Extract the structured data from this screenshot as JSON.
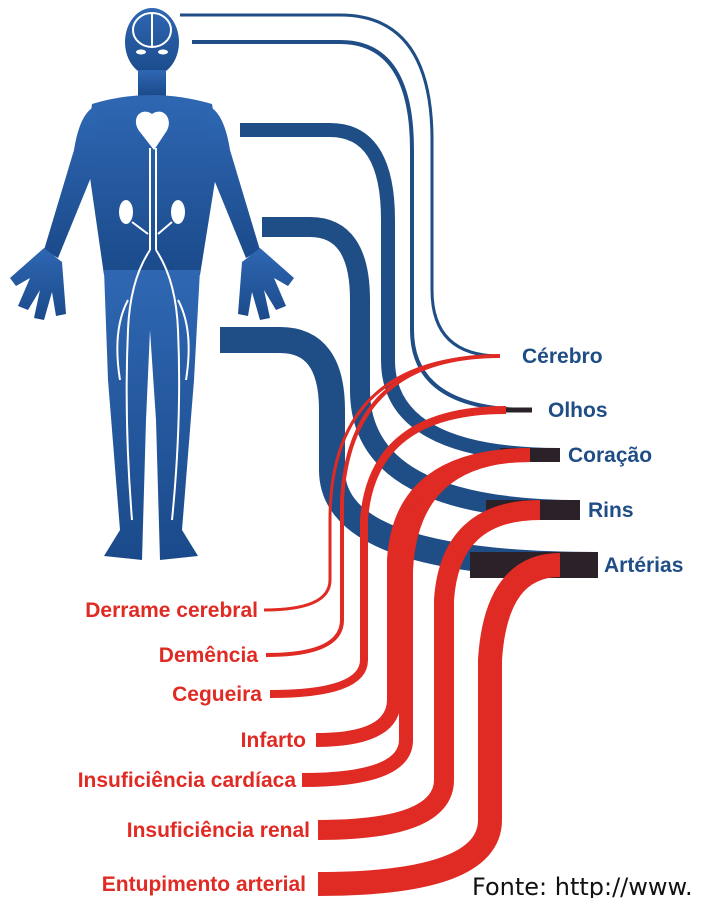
{
  "organs": [
    "Cérebro",
    "Olhos",
    "Coração",
    "Rins",
    "Artérias"
  ],
  "diseases": [
    "Derrame cerebral",
    "Demência",
    "Cegueira",
    "Infarto",
    "Insuficiência cardíaca",
    "Insuficiência renal",
    "Entupimento arterial"
  ],
  "source": "Fonte: http://www.",
  "colors": {
    "organ": "#1f4d85",
    "disease": "#e02a24",
    "dark": "#2a2228"
  }
}
